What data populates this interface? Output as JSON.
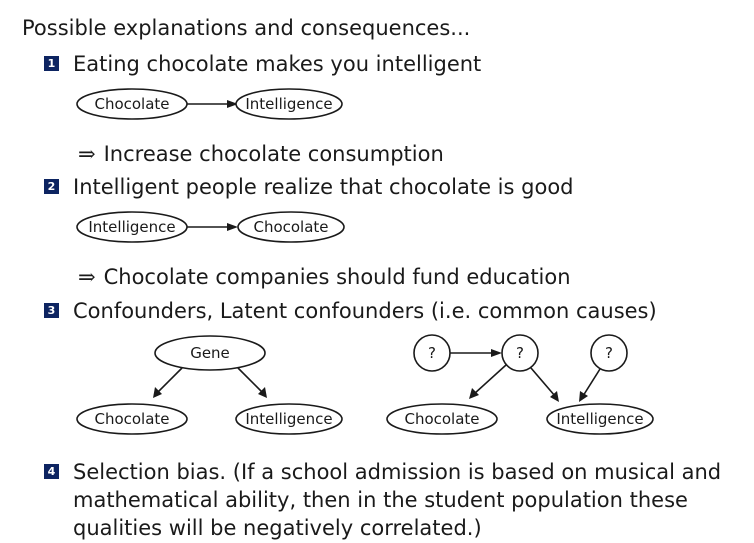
{
  "intro": "Possible explanations and consequences...",
  "items": [
    {
      "num": "1",
      "text": "Eating chocolate makes you intelligent"
    },
    {
      "num": "2",
      "text": "Intelligent people realize that chocolate is good"
    },
    {
      "num": "3",
      "text": "Confounders, Latent confounders (i.e. common causes)"
    },
    {
      "num": "4",
      "text": "Selection bias. (If a school admission is based on musical and mathematical ability, then in the student population these qualities will be negatively correlated.)"
    }
  ],
  "consequences": [
    {
      "symbol": "⇒",
      "text": "Increase chocolate consumption"
    },
    {
      "symbol": "⇒",
      "text": "Chocolate companies should fund education"
    }
  ],
  "graphs": {
    "g1": {
      "from": "Chocolate",
      "to": "Intelligence"
    },
    "g2": {
      "from": "Intelligence",
      "to": "Chocolate"
    },
    "g3": {
      "cause": "Gene",
      "left": "Chocolate",
      "right": "Intelligence"
    },
    "g4": {
      "latent_a": "?",
      "latent_b": "?",
      "latent_c": "?",
      "left": "Chocolate",
      "right": "Intelligence"
    }
  }
}
